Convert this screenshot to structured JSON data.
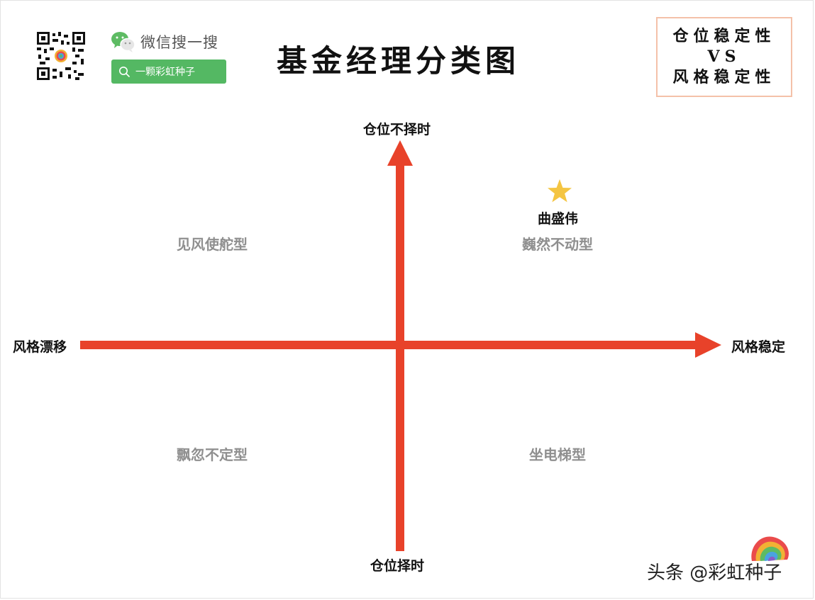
{
  "header": {
    "wechat_search_label": "微信搜一搜",
    "search_button_label": "一颗彩虹种子",
    "title": "基金经理分类图"
  },
  "comparison_box": {
    "line1": "仓位稳定性",
    "line2": "VS",
    "line3": "风格稳定性"
  },
  "axes": {
    "top_label": "仓位不择时",
    "bottom_label": "仓位择时",
    "left_label": "风格漂移",
    "right_label": "风格稳定"
  },
  "quadrants": {
    "top_left": "见风使舵型",
    "top_right": "巍然不动型",
    "bottom_left": "飘忽不定型",
    "bottom_right": "坐电梯型"
  },
  "marker": {
    "name": "曲盛伟",
    "icon": "star-icon",
    "quadrant": "top_right"
  },
  "colors": {
    "axis": "#e8422a",
    "star": "#f4c542",
    "wechat_green": "#54b863",
    "box_border": "#f4c1a9"
  },
  "watermark": {
    "text": "头条 @彩虹种子"
  }
}
